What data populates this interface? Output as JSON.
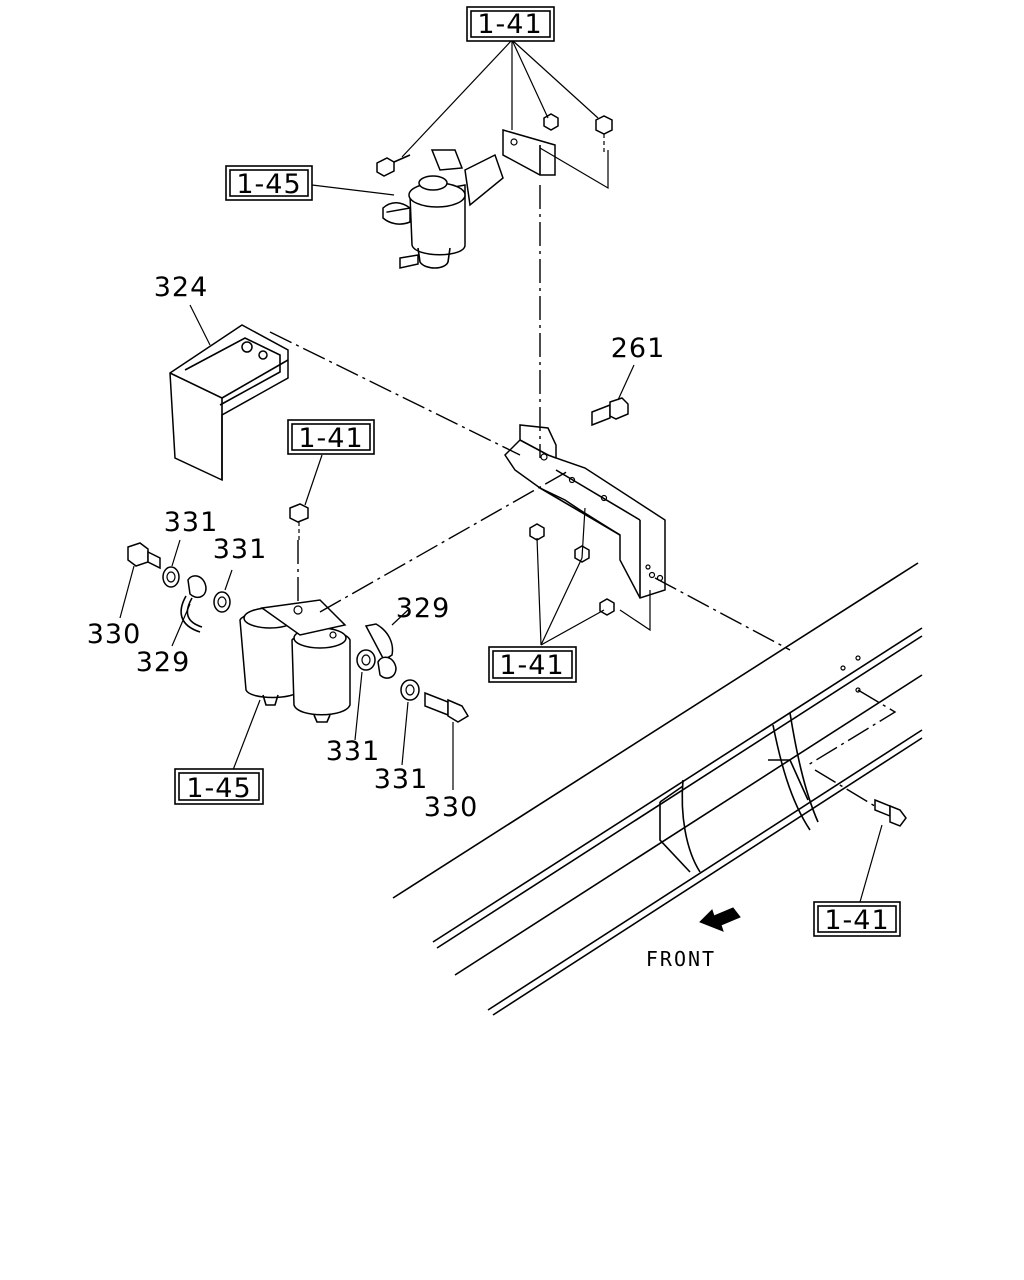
{
  "labels": {
    "ref_top": "1-41",
    "ref_upper_filter": "1-45",
    "part_324": "324",
    "part_261": "261",
    "ref_mid": "1-41",
    "part_331_a": "331",
    "part_331_b": "331",
    "part_330_left": "330",
    "part_329_left": "329",
    "part_329_right": "329",
    "ref_nuts": "1-41",
    "ref_lower_filter": "1-45",
    "part_331_c": "331",
    "part_331_d": "331",
    "part_330_right": "330",
    "ref_frame_bolt": "1-41",
    "front": "FRONT"
  },
  "icons": {
    "front_arrow": "front-arrow-icon"
  }
}
